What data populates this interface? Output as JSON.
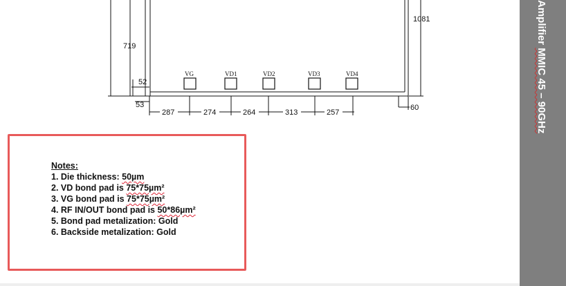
{
  "drawing": {
    "dimensions": {
      "height_left": "719",
      "height_right": "1081",
      "offset_top": "52",
      "offset_left": "53",
      "offset_right": "60",
      "spacings": [
        "287",
        "274",
        "264",
        "313",
        "257"
      ]
    },
    "pads": [
      "VG",
      "VD1",
      "VD2",
      "VD3",
      "VD4"
    ]
  },
  "notes": {
    "heading": "Notes:",
    "items": [
      {
        "prefix": "1. Die thickness: ",
        "value": "50µm"
      },
      {
        "prefix": "2. VD bond pad is ",
        "value": "75*75µm²"
      },
      {
        "prefix": "3. VG bond pad is ",
        "value": "75*75µm²"
      },
      {
        "prefix": "4. RF IN/OUT bond pad is ",
        "value": "50*86µm²"
      },
      {
        "prefix": "5. Bond pad metalization: Gold",
        "value": ""
      },
      {
        "prefix": "6. Backside metalization: Gold",
        "value": ""
      }
    ]
  },
  "banner": {
    "text_plain": "Amplifier ",
    "text_underlined": "MMIC 45 – 90GHz"
  },
  "colors": {
    "banner_bg": "#7f7f7f",
    "notes_border": "#e85a5a"
  }
}
